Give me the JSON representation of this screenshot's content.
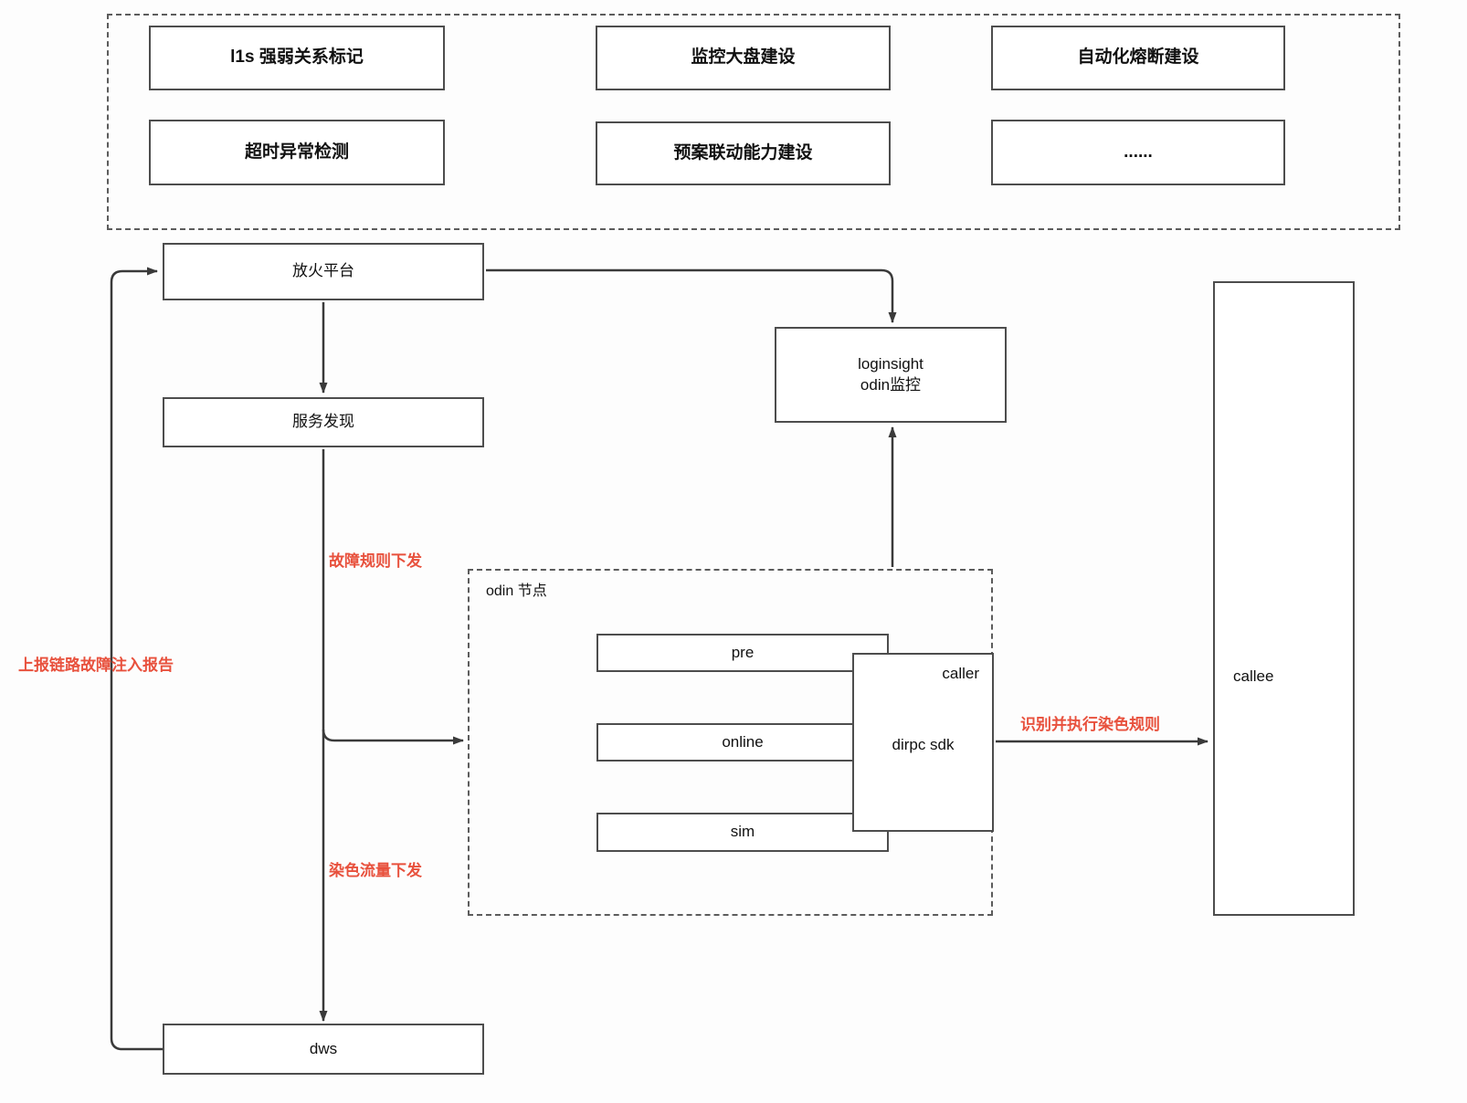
{
  "colors": {
    "box_border": "#4d4d4d",
    "connector": "#3a3a3a",
    "accent_red": "#e8513d"
  },
  "top_panel": {
    "items": [
      "l1s 强弱关系标记",
      "监控大盘建设",
      "自动化熔断建设",
      "超时异常检测",
      "预案联动能力建设",
      "......"
    ]
  },
  "nodes": {
    "fire_platform": "放火平台",
    "service_discovery": "服务发现",
    "loginsight_line1": "loginsight",
    "loginsight_line2": "odin监控",
    "odin_cluster_label": "odin 节点",
    "env_pre": "pre",
    "env_online": "online",
    "env_sim": "sim",
    "caller": "caller",
    "dirpc_sdk": "dirpc sdk",
    "callee": "callee",
    "dws": "dws"
  },
  "edge_labels": {
    "fault_rule_dispatch": "故障规则下发",
    "report_fault_injection": "上报链路故障注入报告",
    "dye_traffic_dispatch": "染色流量下发",
    "apply_dye_rules": "识别并执行染色规则"
  }
}
